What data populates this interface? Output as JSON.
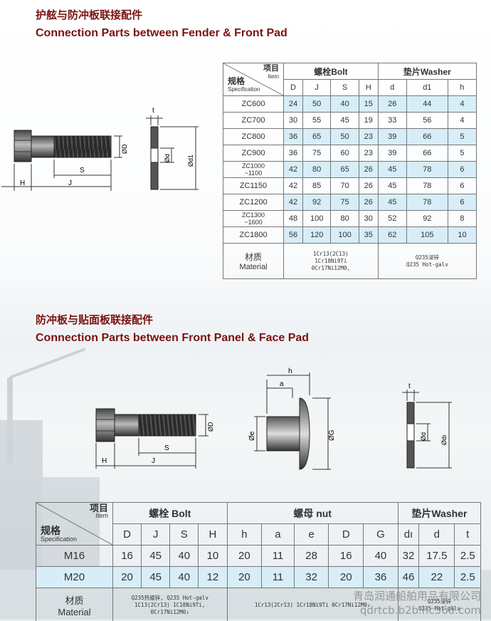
{
  "section1": {
    "title_cn": "护舷与防冲板联接配件",
    "title_en": "Connection Parts between Fender & Front Pad",
    "diagram_labels": {
      "h": "H",
      "s": "S",
      "j": "J",
      "od": "ØD",
      "t": "t",
      "d": "Ød",
      "d1": "Ød1"
    },
    "table": {
      "item_cn": "项目",
      "item_en": "Item",
      "spec_cn": "规格",
      "spec_en": "Specification",
      "bolt_group": "螺栓Bolt",
      "washer_group": "垫片Washer",
      "bolt_cols": [
        "D",
        "J",
        "S",
        "H"
      ],
      "washer_cols": [
        "d",
        "d1",
        "h"
      ],
      "rows": [
        {
          "spec": "ZC600",
          "vals": [
            "24",
            "50",
            "40",
            "15",
            "26",
            "44",
            "4"
          ]
        },
        {
          "spec": "ZC700",
          "vals": [
            "30",
            "55",
            "45",
            "19",
            "33",
            "56",
            "4"
          ]
        },
        {
          "spec": "ZC800",
          "vals": [
            "36",
            "65",
            "50",
            "23",
            "39",
            "66",
            "5"
          ]
        },
        {
          "spec": "ZC900",
          "vals": [
            "36",
            "75",
            "60",
            "23",
            "39",
            "66",
            "5"
          ]
        },
        {
          "spec": "ZC1000 ~1100",
          "vals": [
            "42",
            "80",
            "65",
            "26",
            "45",
            "78",
            "6"
          ]
        },
        {
          "spec": "ZC1150",
          "vals": [
            "42",
            "85",
            "70",
            "26",
            "45",
            "78",
            "6"
          ]
        },
        {
          "spec": "ZC1200",
          "vals": [
            "42",
            "92",
            "75",
            "26",
            "45",
            "78",
            "6"
          ]
        },
        {
          "spec": "ZC1300 ~1600",
          "vals": [
            "48",
            "100",
            "80",
            "30",
            "52",
            "92",
            "8"
          ]
        },
        {
          "spec": "ZC1800",
          "vals": [
            "56",
            "120",
            "100",
            "35",
            "62",
            "105",
            "10"
          ]
        }
      ],
      "material_cn": "材质",
      "material_en": "Material",
      "bolt_material": [
        "1Cr13(2C13)",
        "1Cr18Ni9Ti",
        "0Cr17Ni12M0,"
      ],
      "washer_material": [
        "Q235浸锌",
        "Q235 Hot-galv"
      ]
    }
  },
  "section2": {
    "title_cn": "防冲板与贴面板联接配件",
    "title_en": "Connection Parts between Front Panel & Face Pad",
    "diagram_labels": {
      "h": "H",
      "s": "S",
      "j": "J",
      "od": "ØD",
      "nh": "h",
      "na": "a",
      "ne": "Øe",
      "ng": "ØG",
      "t": "t",
      "d": "Ød",
      "d1": "Ødı"
    },
    "table": {
      "item_cn": "项目",
      "item_en": "Item",
      "spec_cn": "规格",
      "spec_en": "Specification",
      "bolt_group": "螺栓 Bolt",
      "nut_group": "螺母 nut",
      "washer_group": "垫片Washer",
      "bolt_cols": [
        "D",
        "J",
        "S",
        "H"
      ],
      "nut_cols": [
        "h",
        "a",
        "e",
        "D",
        "G"
      ],
      "washer_cols": [
        "dı",
        "d",
        "t"
      ],
      "rows": [
        {
          "spec": "M16",
          "vals": [
            "16",
            "45",
            "40",
            "10",
            "20",
            "11",
            "28",
            "16",
            "40",
            "32",
            "17.5",
            "2.5"
          ]
        },
        {
          "spec": "M20",
          "vals": [
            "20",
            "45",
            "40",
            "12",
            "20",
            "11",
            "32",
            "20",
            "36",
            "46",
            "22",
            "2.5"
          ]
        }
      ],
      "material_cn": "材质",
      "material_en": "Material",
      "bolt_material": [
        "Q235热镀锌,  Q235 Hot-galv",
        "1C13(2Cr13) 1C18Ni9Ti,",
        "0Cr17Ni12M0₂"
      ],
      "nut_material": [
        "1Cr13(2Cr13) 1Cr18Ni9Ti 0Cr17Ni12M0₂"
      ],
      "washer_material": [
        "Q235浸锌",
        "Q235 Hot-galv"
      ]
    }
  },
  "watermark": {
    "line1": "青岛润通船舶用品有限公司",
    "line2": "qdrtcb.b2b.hc360.com"
  }
}
